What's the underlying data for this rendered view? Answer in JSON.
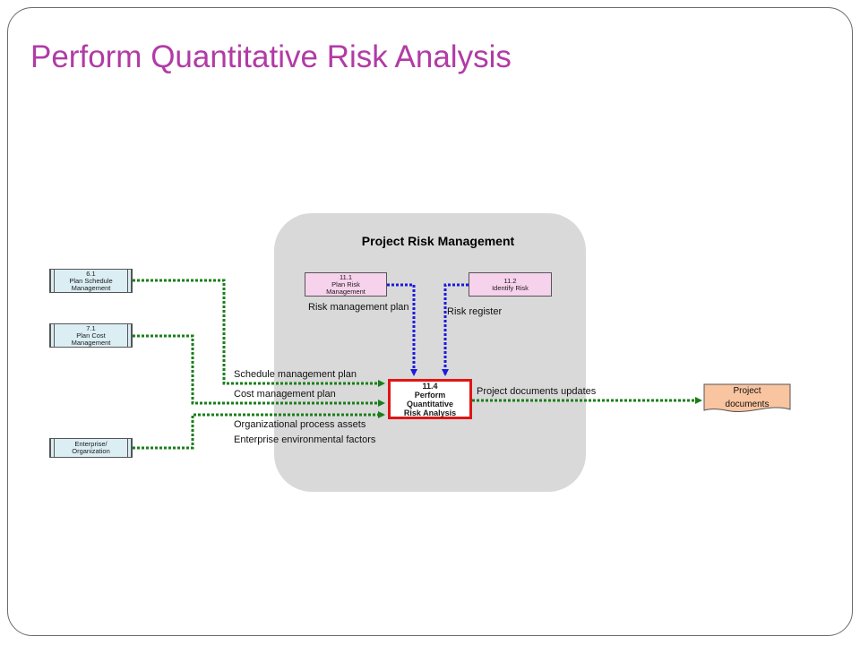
{
  "slide": {
    "title": "Perform Quantitative Risk Analysis"
  },
  "group": {
    "title": "Project Risk Management"
  },
  "inputs": [
    {
      "number": "6.1",
      "name": "Plan Schedule Management"
    },
    {
      "number": "7.1",
      "name": "Plan Cost Management"
    },
    {
      "name": "Enterprise/ Organization"
    }
  ],
  "risk_processes": [
    {
      "number": "11.1",
      "name": "Plan Risk Management",
      "output": "Risk management plan"
    },
    {
      "number": "11.2",
      "name": "Identify Risk",
      "output": "Risk register"
    }
  ],
  "main_process": {
    "number": "11.4",
    "name": "Perform Quantitative Risk Analysis"
  },
  "flow_labels": {
    "schedule": "Schedule management plan",
    "cost": "Cost management plan",
    "opa": "Organizational process assets",
    "eef": "Enterprise environmental factors",
    "output": "Project documents updates"
  },
  "output_doc": {
    "name": "Project documents"
  },
  "colors": {
    "title": "#b23ba5",
    "green_flow": "#1a7f1a",
    "blue_flow": "#1a1ae0",
    "main_border": "#e01515",
    "doc_fill": "#f9c4a0"
  }
}
